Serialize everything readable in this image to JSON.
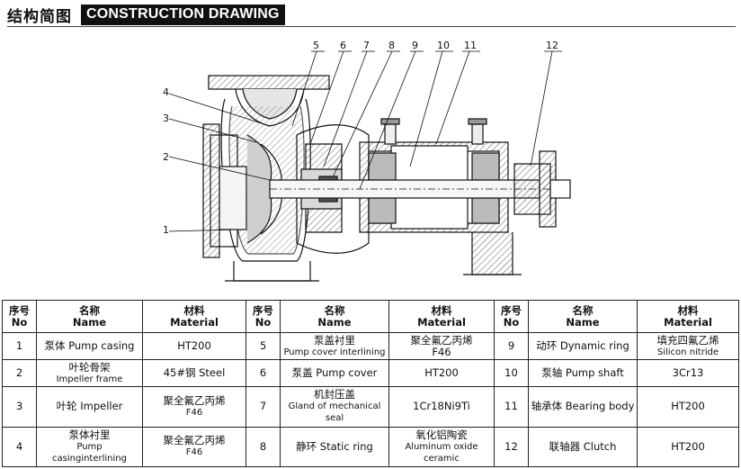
{
  "header": {
    "title_cn": "结构简图",
    "title_en": "CONSTRUCTION DRAWING"
  },
  "drawing": {
    "callouts": [
      "1",
      "2",
      "3",
      "4",
      "5",
      "6",
      "7",
      "8",
      "9",
      "10",
      "11",
      "12"
    ]
  },
  "table": {
    "headers": [
      {
        "cn": "序号",
        "en": "No"
      },
      {
        "cn": "名称",
        "en": "Name"
      },
      {
        "cn": "材料",
        "en": "Material"
      }
    ],
    "rows": [
      [
        {
          "no": "1",
          "name": "泵体 Pump casing",
          "name2": "",
          "material": "HT200",
          "material2": ""
        },
        {
          "no": "5",
          "name": "泵盖衬里",
          "name2": "Pump cover interlining",
          "material": "聚全氟乙丙烯",
          "material2": "F46"
        },
        {
          "no": "9",
          "name": "动环 Dynamic ring",
          "name2": "",
          "material": "填充四氟乙烯",
          "material2": "Silicon nitride"
        }
      ],
      [
        {
          "no": "2",
          "name": "叶轮骨架",
          "name2": "Impeller frame",
          "material": "45#钢 Steel",
          "material2": ""
        },
        {
          "no": "6",
          "name": "泵盖 Pump cover",
          "name2": "",
          "material": "HT200",
          "material2": ""
        },
        {
          "no": "10",
          "name": "泵轴 Pump shaft",
          "name2": "",
          "material": "3Cr13",
          "material2": ""
        }
      ],
      [
        {
          "no": "3",
          "name": "叶轮 Impeller",
          "name2": "",
          "material": "聚全氟乙丙烯",
          "material2": "F46"
        },
        {
          "no": "7",
          "name": "机封压盖",
          "name2": "Gland of mechanical seal",
          "material": "1Cr18Ni9Ti",
          "material2": ""
        },
        {
          "no": "11",
          "name": "轴承体 Bearing body",
          "name2": "",
          "material": "HT200",
          "material2": ""
        }
      ],
      [
        {
          "no": "4",
          "name": "泵体衬里",
          "name2": "Pump casinginterlining",
          "material": "聚全氟乙丙烯",
          "material2": "F46"
        },
        {
          "no": "8",
          "name": "静环 Static ring",
          "name2": "",
          "material": "氧化铝陶瓷",
          "material2": "Aluminum oxide ceramic"
        },
        {
          "no": "12",
          "name": "联轴器 Clutch",
          "name2": "",
          "material": "HT200",
          "material2": ""
        }
      ]
    ]
  }
}
